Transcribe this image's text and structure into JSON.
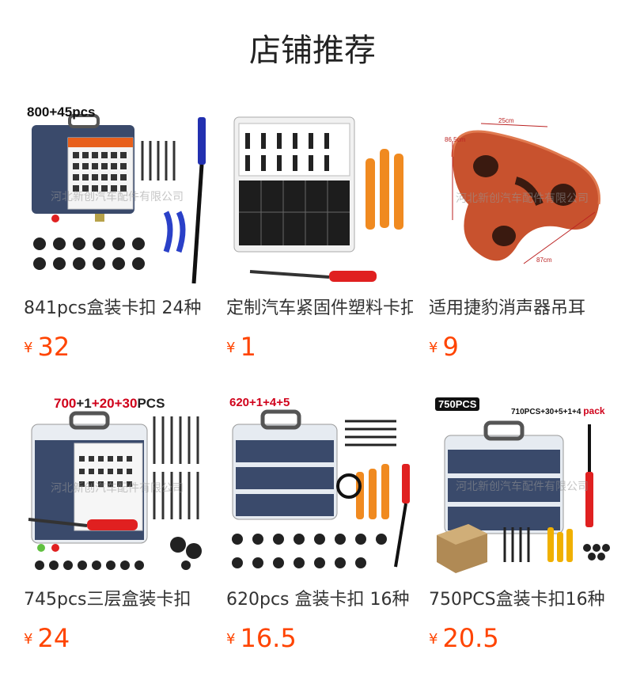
{
  "header": {
    "title": "店铺推荐"
  },
  "currency_symbol": "¥",
  "products": [
    {
      "name": "841pcs盒装卡扣 24种",
      "price": "32",
      "tag": "800+45pcs",
      "watermark": "河北新创汽车配件有限公司"
    },
    {
      "name": "定制汽车紧固件塑料卡扣",
      "price": "1",
      "tag": "",
      "watermark": ""
    },
    {
      "name": "适用捷豹消声器吊耳",
      "price": "9",
      "tag": "",
      "watermark": "河北新创汽车配件有限公司",
      "dims": [
        "25cm",
        "86.5cm",
        "87cm"
      ]
    },
    {
      "name": "745pcs三层盒装卡扣",
      "price": "24",
      "tag_parts": [
        {
          "t": "700",
          "c": "#d0021b"
        },
        {
          "t": "+1",
          "c": "#222222"
        },
        {
          "t": "+20",
          "c": "#d0021b"
        },
        {
          "t": "+30",
          "c": "#d0021b"
        },
        {
          "t": "PCS",
          "c": "#222222"
        }
      ],
      "watermark": "河北新创汽车配件有限公司"
    },
    {
      "name": "620pcs 盒装卡扣 16种",
      "price": "16.5",
      "tag": "620+1+4+5",
      "watermark": ""
    },
    {
      "name": "750PCS盒装卡扣16种",
      "price": "20.5",
      "tag": "750PCS",
      "tag2": "710PCS+30+5+1+4",
      "tag2b": "pack",
      "watermark": "河北新创汽车配件有限公司"
    }
  ],
  "colors": {
    "price": "#ff4400",
    "box_blue": "#3a4a6b",
    "tool_orange": "#f08a20",
    "tool_red": "#e02020",
    "rubber": "#c8522e"
  }
}
